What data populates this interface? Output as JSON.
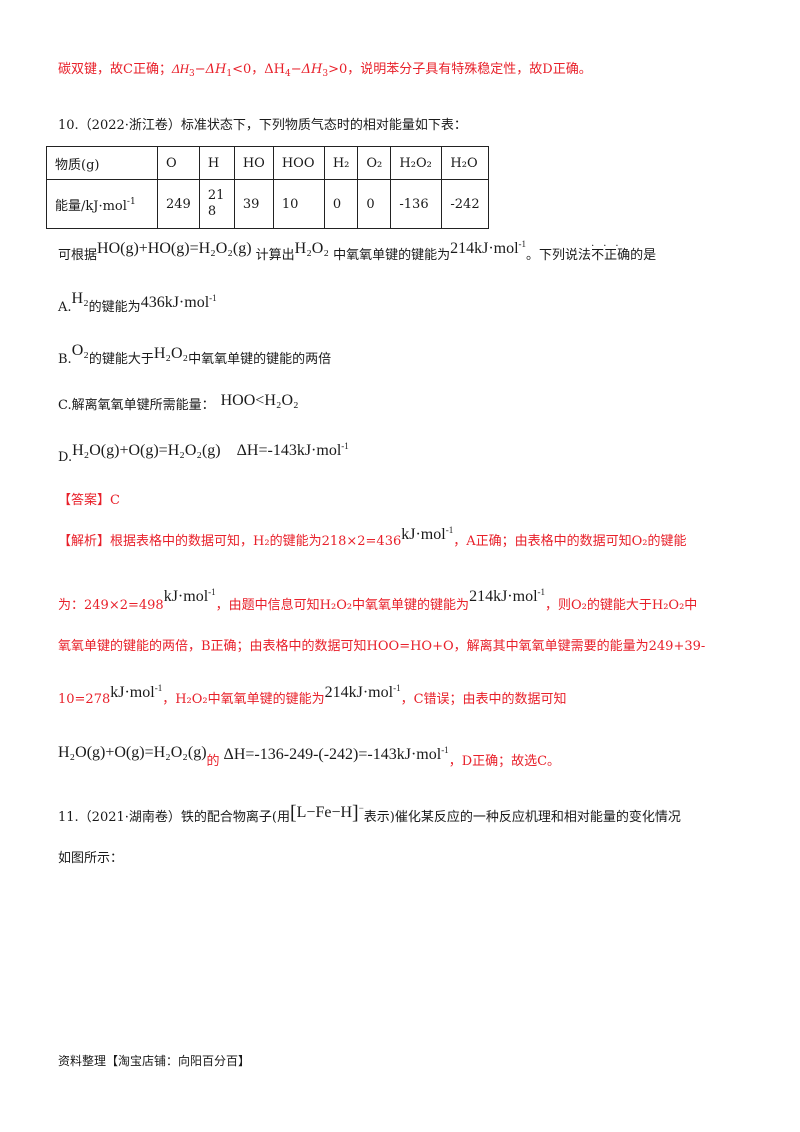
{
  "prev_conclusion": {
    "part1": "碳双键，故",
    "c": "C",
    "part2": "正确；",
    "dh3": "ΔH",
    "minus1": "−ΔH",
    "lt0": "<0，ΔH",
    "minus2": "−ΔH",
    "gt0": ">0，说明苯分子具有特殊稳定性，故",
    "d": "D",
    "end": "正确。"
  },
  "q10": {
    "number": "10.（2022·浙江卷）标准状态下，下列物质气态时的相对能量如下表：",
    "table_header": [
      "物质(g)",
      "O",
      "H",
      "HO",
      "HOO",
      "H₂",
      "O₂",
      "H₂O₂",
      "H₂O"
    ],
    "table_row_label": "能量/kJ·mol",
    "table_values": [
      "249",
      "218",
      "39",
      "10",
      "0",
      "0",
      "-136",
      "-242"
    ],
    "stem_a": "可根据",
    "stem_eq": "HO(g)+HO(g)=H₂O₂(g)",
    "stem_b": "计算出",
    "stem_sub": "H₂O₂",
    "stem_c": "中氧氧单键的键能为",
    "stem_val": "214kJ·mol",
    "stem_d": "。下列说法",
    "stem_emph": "不正确",
    "stem_e": "的是",
    "opt_a_prefix": "A.",
    "opt_a_h2": "H₂",
    "opt_a_text": "的键能为",
    "opt_a_val": "436kJ·mol",
    "opt_b_prefix": "B.",
    "opt_b_o2": "O₂",
    "opt_b_text1": "的键能大于",
    "opt_b_h2o2": "H₂O₂",
    "opt_b_text2": "中氧氧单键的键能的两倍",
    "opt_c_text": "C.解离氧氧单键所需能量：",
    "opt_c_eq": "HOO<H₂O₂",
    "opt_d_prefix": "D.",
    "opt_d_eq": "H₂O(g)+O(g)=H₂O₂(g)",
    "opt_d_dh": "ΔH=-143kJ·mol",
    "answer_label": "【答案】C",
    "expl_label": "【解析】",
    "expl_1": "根据表格中的数据可知，H₂的键能为218×2=436",
    "expl_1b": "，A正确；由表格中的数据可知O₂的键能",
    "expl_2a": "为：249×2=498",
    "expl_2b": "，由题中信息可知H₂O₂中氧氧单键的键能为",
    "expl_2c": "，则O₂的键能大于H₂O₂中",
    "expl_3": "氧氧单键的键能的两倍，B正确；由表格中的数据可知HOO=HO+O，解离其中氧氧单键需要的能量为249+39-",
    "expl_4a": "10=278",
    "expl_4b": "，H₂O₂中氧氧单键的键能为",
    "expl_4c": "，C错误；由表中的数据可知",
    "expl_5_eq": "H₂O(g)+O(g)=H₂O₂(g)",
    "expl_5a": "的",
    "expl_5b": "ΔH=-136-249-(-242)=-143kJ·mol",
    "expl_5c": "，D正确；故选C。",
    "unit_kj": "kJ·mol",
    "unit_214": "214kJ·mol",
    "neg1": "-1"
  },
  "q11": {
    "line1_a": "11.（2021·湖南卷）铁的配合物离子(用",
    "ion": "L−Fe−H",
    "charge": "−",
    "line1_b": "表示)催化某反应的一种反应机理和相对能量的变化情况",
    "line2": "如图所示："
  },
  "footer": "资料整理【淘宝店铺：向阳百分百】"
}
